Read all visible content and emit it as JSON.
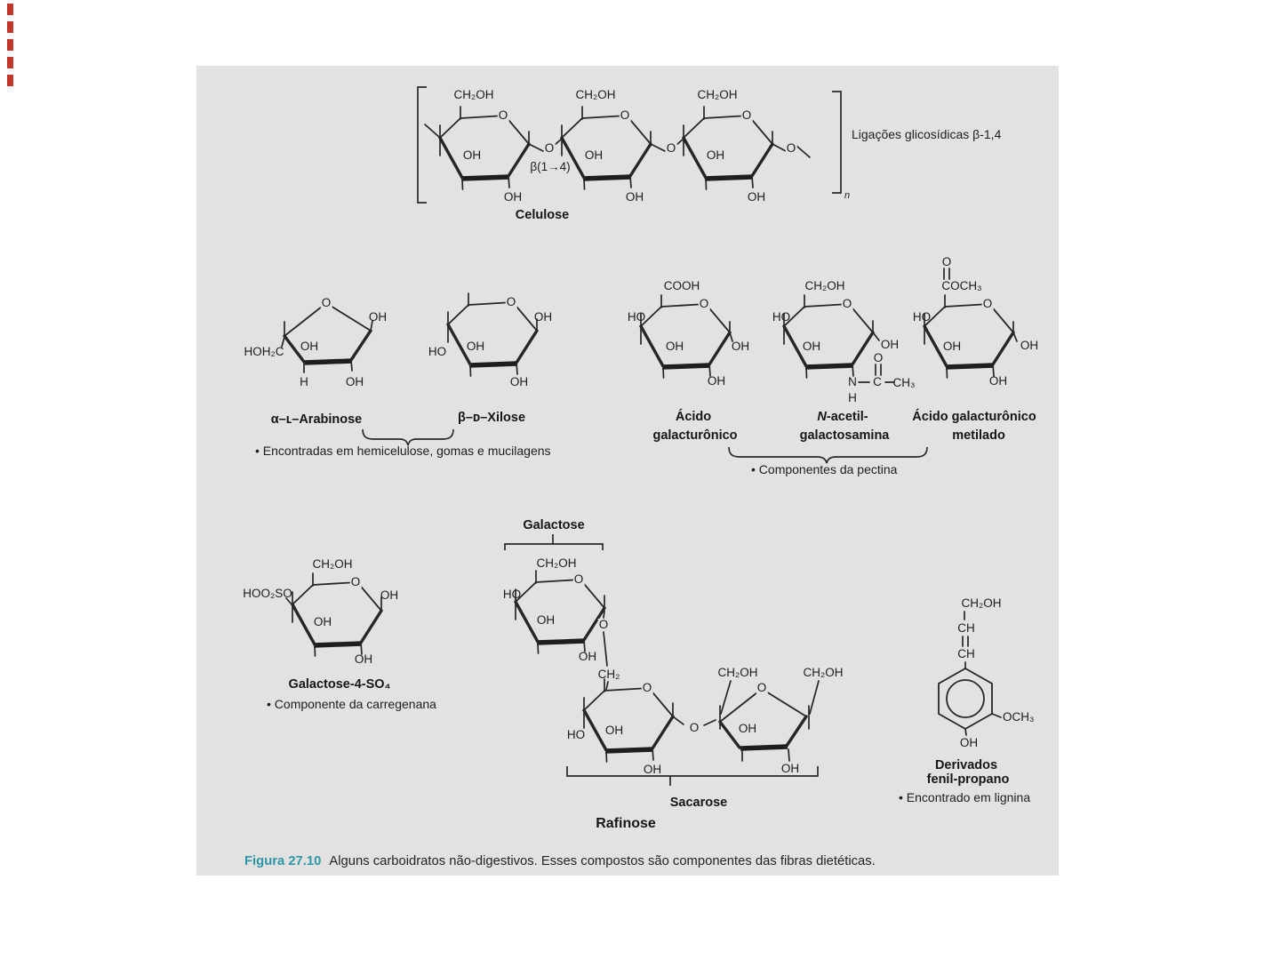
{
  "colors": {
    "page_bg": "#e3e2e1",
    "ink": "#222222",
    "figure_label_teal": "#2e97a7",
    "edge_marks_red": "#c2372c"
  },
  "atoms": {
    "O": "O",
    "OH": "OH",
    "HO": "HO",
    "H": "H",
    "N": "N",
    "C": "C",
    "n": "n",
    "CH2OH": "CH₂OH",
    "CH2": "CH₂",
    "CH3": "CH₃",
    "CH": "CH",
    "COOH": "COOH",
    "COCH3": "COCH₃",
    "OCH3": "OCH₃",
    "HOO2SO": "HOO₂SO",
    "HOH2C": "HOH₂C"
  },
  "celulose": {
    "name": "Celulose",
    "bond_label": "β(1→4)",
    "linkage_note": "Ligações glicosídicas β-1,4",
    "repeat_subscript": "n"
  },
  "hemicelulose": {
    "arabinose_label": "α–ʟ–Arabinose",
    "xilose_label": "β–ᴅ–Xilose",
    "note": "• Encontradas em hemicelulose, gomas e mucilagens"
  },
  "pectina": {
    "acido_line1": "Ácido",
    "acido_line2": "galacturônico",
    "nacetil_n": "N",
    "nacetil_rest": "-acetil-",
    "nacetil_line2": "galactosamina",
    "metilado_line1": "Ácido galacturônico",
    "metilado_line2": "metilado",
    "note": "• Componentes da pectina"
  },
  "carregenana": {
    "name": "Galactose-4-SO₄",
    "note": "• Componente da carregenana"
  },
  "rafinose": {
    "galactose_label": "Galactose",
    "sacarose_label": "Sacarose",
    "name": "Rafinose"
  },
  "lignina": {
    "name_line1": "Derivados",
    "name_line2": "fenil-propano",
    "note": "• Encontrado em lignina"
  },
  "caption": {
    "figure_label": "Figura 27.10",
    "text": "Alguns carboidratos não-digestivos. Esses compostos são componentes das fibras dietéticas."
  }
}
